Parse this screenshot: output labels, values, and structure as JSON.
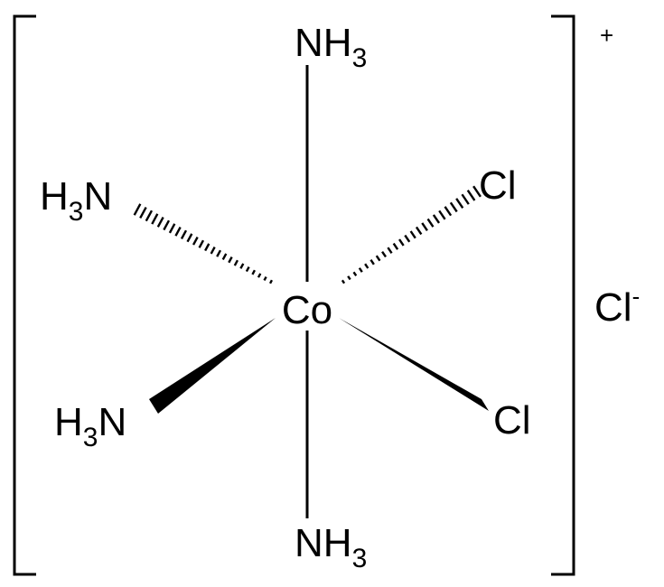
{
  "diagram": {
    "title": "",
    "center_atom": "Co",
    "ligands": {
      "top": {
        "main": "NH",
        "sub": "3"
      },
      "bottom": {
        "main": "NH",
        "sub": "3"
      },
      "upper_left": {
        "pre": "H",
        "sub": "3",
        "post": "N"
      },
      "lower_left": {
        "pre": "H",
        "sub": "3",
        "post": "N"
      },
      "upper_right": {
        "main": "Cl"
      },
      "lower_right": {
        "main": "Cl"
      }
    },
    "complex_charge": "+",
    "counter_ion": {
      "main": "Cl",
      "charge": "-"
    },
    "bond_types": {
      "top": "single",
      "bottom": "single",
      "upper_left": "hashed",
      "upper_right": "hashed",
      "lower_left": "wedge",
      "lower_right": "wedge"
    }
  }
}
